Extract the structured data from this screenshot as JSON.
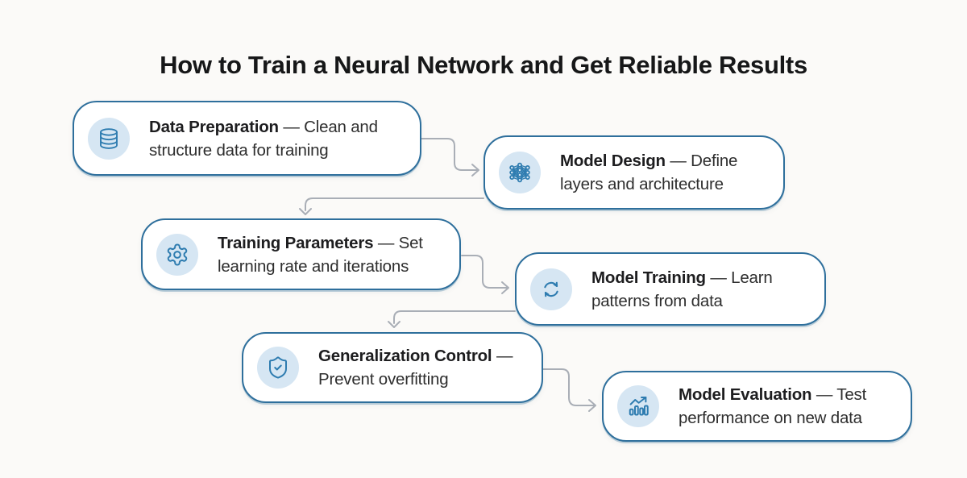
{
  "title": "How to Train a Neural Network and Get Reliable Results",
  "colors": {
    "background": "#fbfaf8",
    "box_border": "#2e6f9c",
    "box_background": "#ffffff",
    "icon_circle_background": "#d6e6f3",
    "icon_stroke": "#2e7cb0",
    "connector": "#a9aeb6",
    "title_text": "#161718",
    "body_text": "#2e2e2e"
  },
  "steps": [
    {
      "icon": "database-icon",
      "name": "Data Preparation",
      "desc": "— Clean and structure data for training"
    },
    {
      "icon": "neural-network-icon",
      "name": "Model Design",
      "desc": "— Define layers and architecture"
    },
    {
      "icon": "gear-icon",
      "name": "Training Parameters",
      "desc": "— Set learning rate and iterations"
    },
    {
      "icon": "cycle-arrows-icon",
      "name": "Model Training",
      "desc": "— Learn patterns from data"
    },
    {
      "icon": "shield-check-icon",
      "name": "Generalization Control",
      "desc": "— Prevent overfitting"
    },
    {
      "icon": "chart-increase-icon",
      "name": "Model Evaluation",
      "desc": "— Test performance on new data"
    }
  ],
  "flow": [
    {
      "from": "Data Preparation",
      "to": "Model Design"
    },
    {
      "from": "Model Design",
      "to": "Training Parameters"
    },
    {
      "from": "Training Parameters",
      "to": "Model Training"
    },
    {
      "from": "Model Training",
      "to": "Generalization Control"
    },
    {
      "from": "Generalization Control",
      "to": "Model Evaluation"
    }
  ]
}
